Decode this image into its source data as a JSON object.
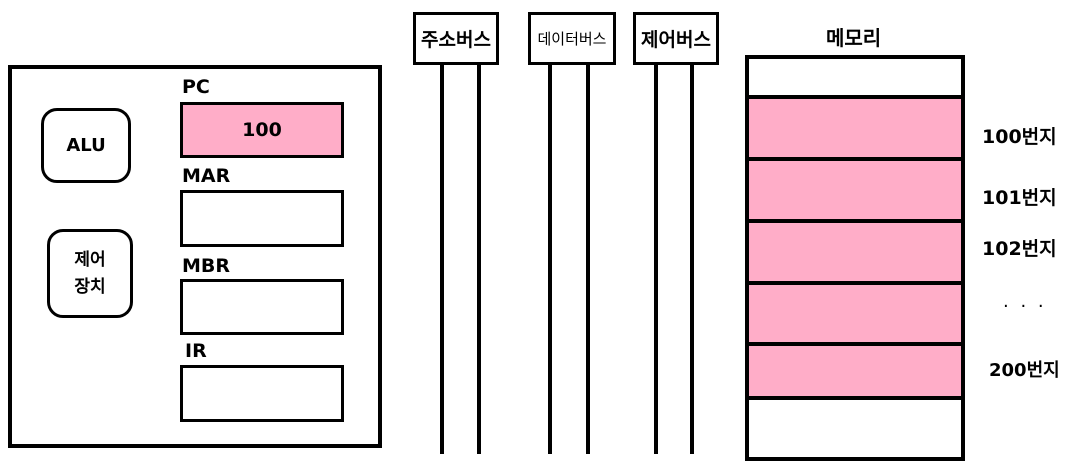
{
  "cpu": {
    "alu_label": "ALU",
    "control_unit_label": "제어\n장치",
    "registers": [
      {
        "name": "PC",
        "value": "100"
      },
      {
        "name": "MAR",
        "value": ""
      },
      {
        "name": "MBR",
        "value": ""
      },
      {
        "name": "IR",
        "value": ""
      }
    ]
  },
  "buses": [
    {
      "label": "주소버스"
    },
    {
      "label": "데이터버스"
    },
    {
      "label": "제어버스"
    }
  ],
  "memory": {
    "title": "메모리",
    "addresses": [
      "100번지",
      "101번지",
      "102번지",
      "· · ·",
      "200번지"
    ]
  },
  "colors": {
    "highlight": "#ffadc8",
    "border": "#000000",
    "background": "#ffffff"
  }
}
